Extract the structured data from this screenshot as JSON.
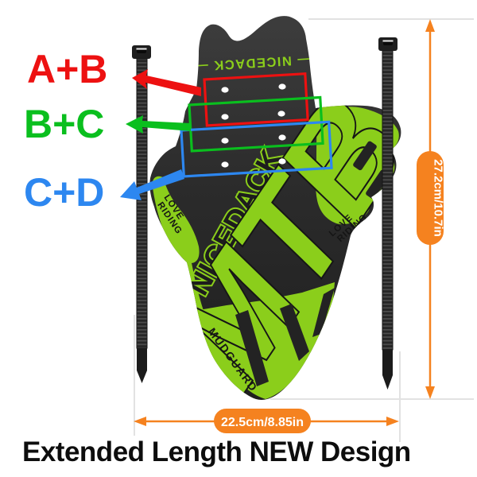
{
  "zones": {
    "ab": "A+B",
    "bc": "B+C",
    "cd": "C+D"
  },
  "dimensions": {
    "height_label": "27.2cm/10.7in",
    "width_label": "22.5cm/8.85in"
  },
  "guard": {
    "brand_top": "— NICEDACK —",
    "brand_diagonal": "NICEDACK",
    "model": "MTB",
    "love_line1": "LOVE",
    "love_line2": "RIDING",
    "mudguard_label": "MUDGUARD"
  },
  "caption": {
    "text": "Extended Length NEW Design"
  },
  "colors": {
    "zone_red": "#ed1111",
    "zone_green": "#0abf1e",
    "zone_blue": "#2d87f0",
    "dimension_orange": "#f5821f",
    "guard_lime": "#8bce1b",
    "guard_body": "#2e2e2e"
  }
}
